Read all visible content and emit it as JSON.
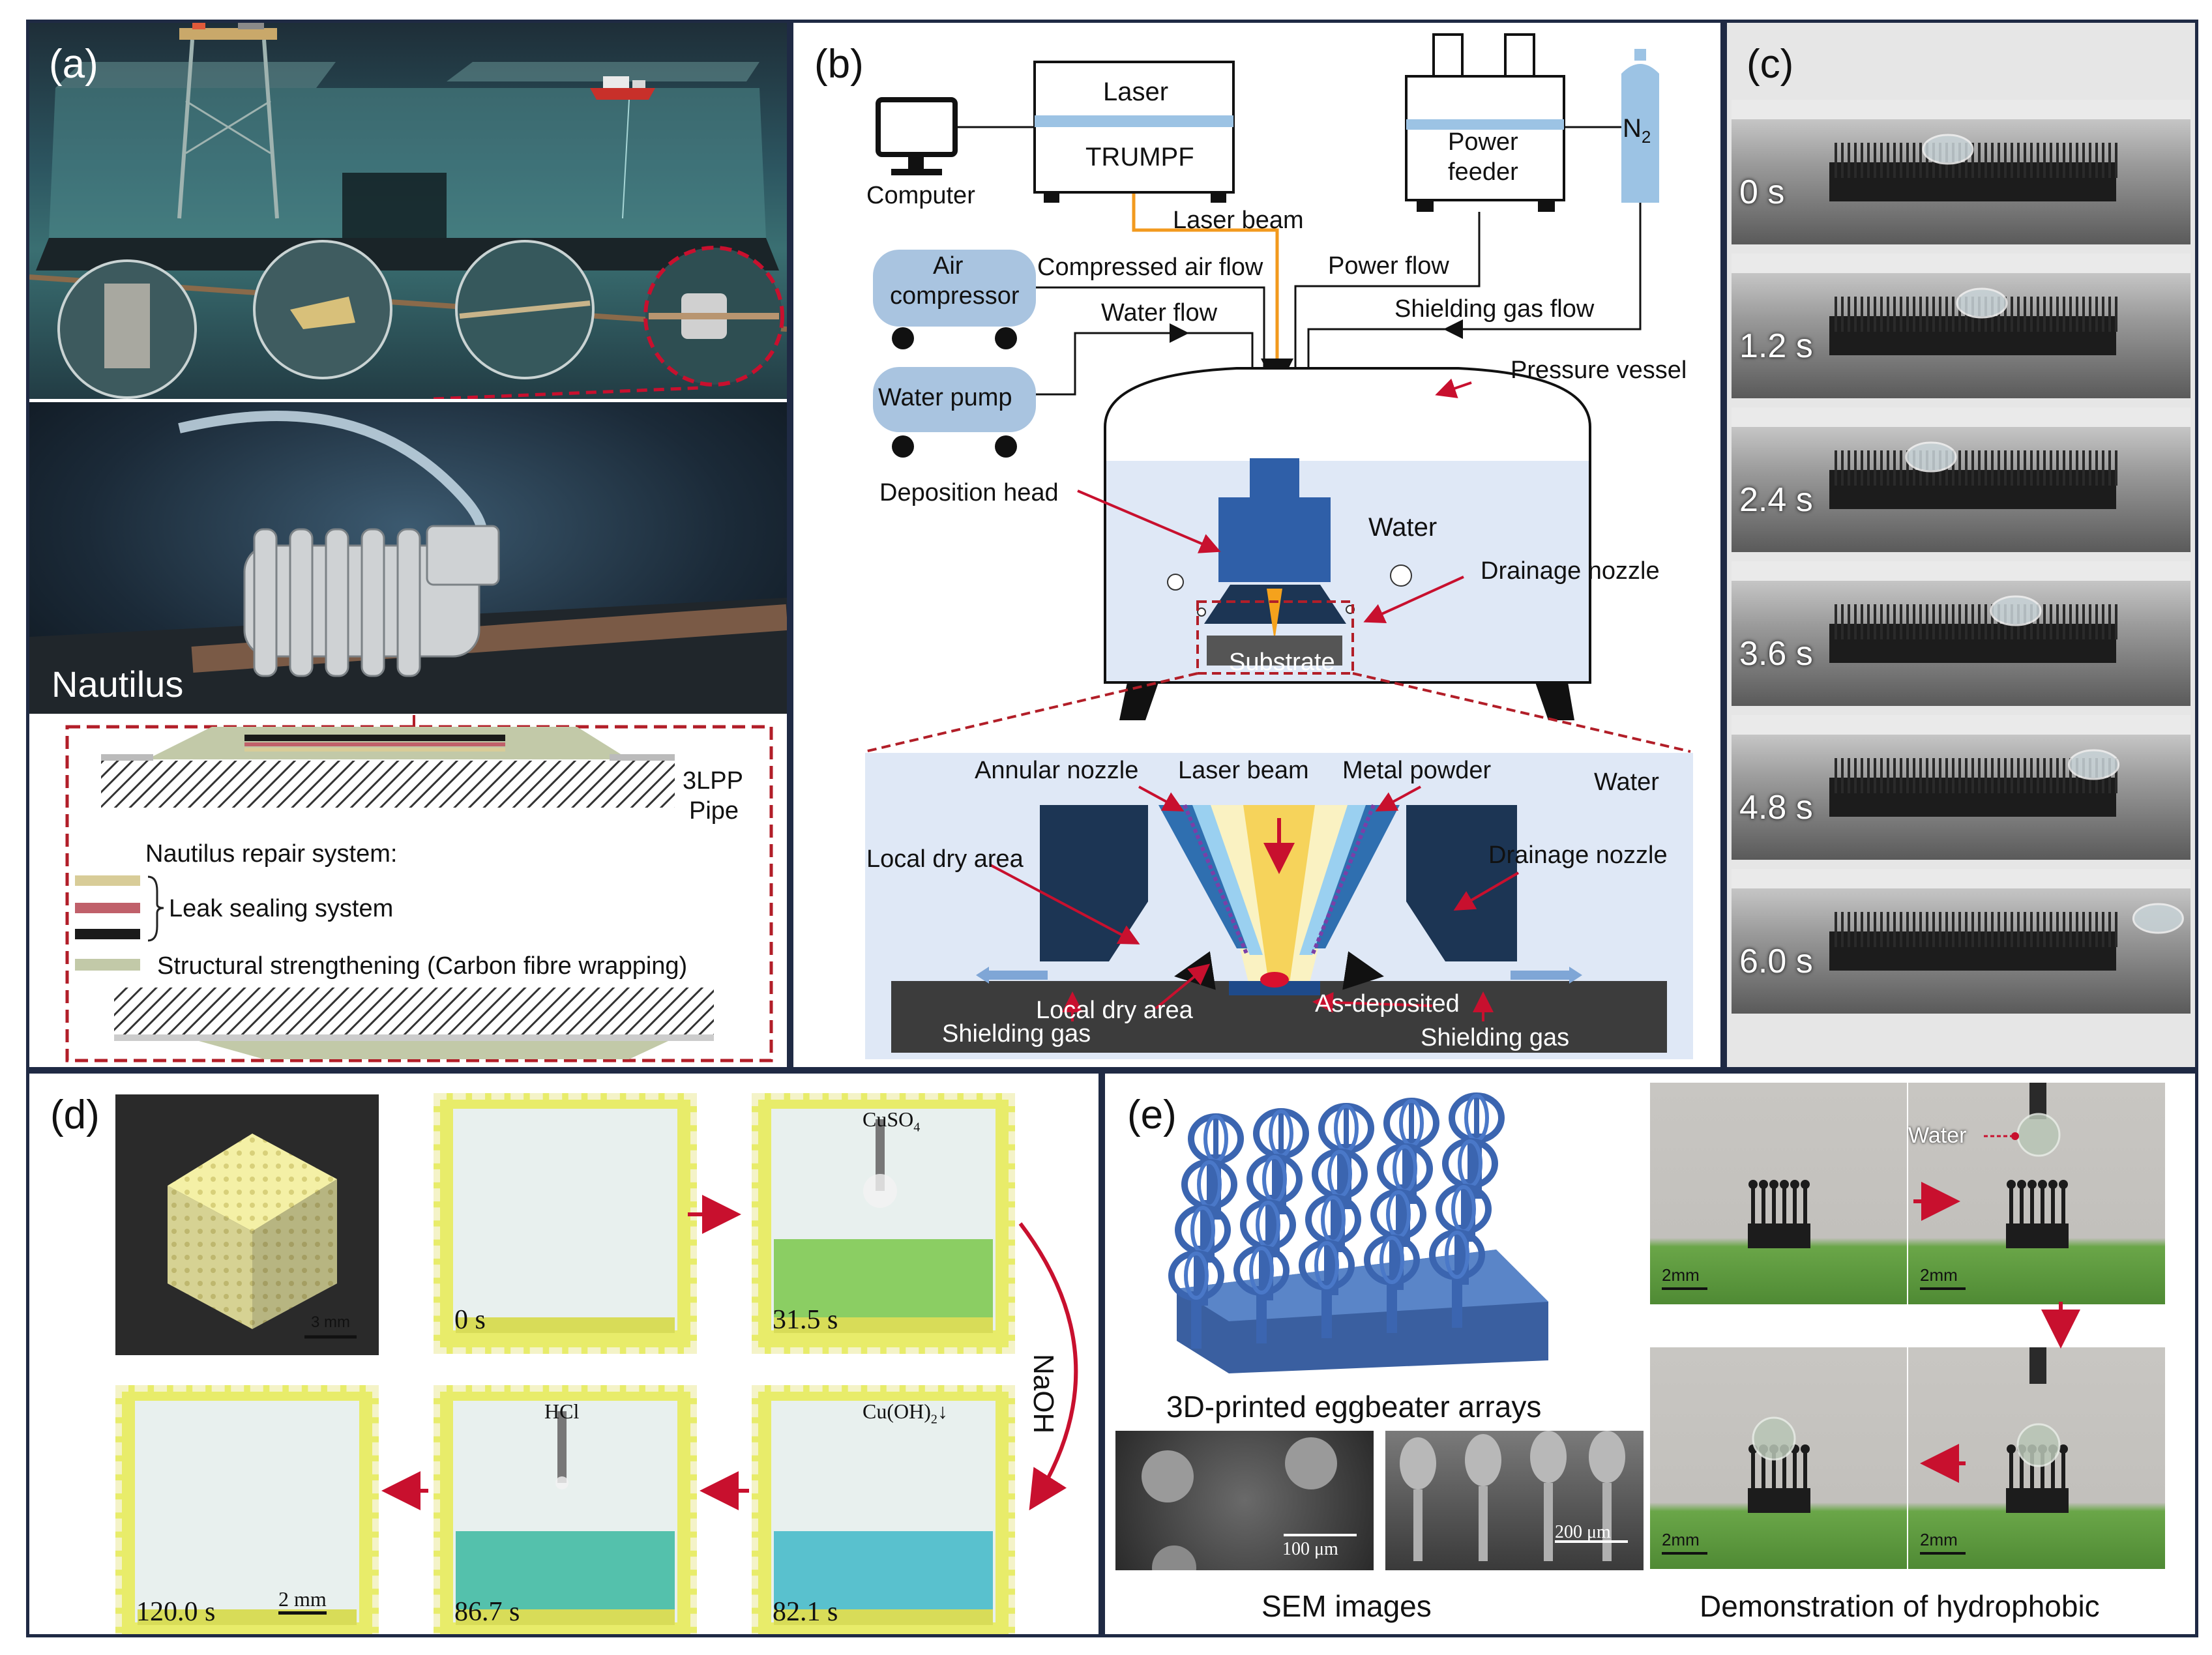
{
  "colors": {
    "frame": "#1f2a44",
    "accent_red": "#c8102e",
    "laser_orange": "#f29a1e",
    "deposition_blue": "#2f5fa8",
    "water_blue": "#dfe8f6",
    "nozzle_navy": "#1c3554",
    "dark_red_dashed": "#b21e28",
    "ink_yellow": "#e8ec6a"
  },
  "panel_a": {
    "label": "(a)",
    "photo_caption": "Nautilus",
    "layer_labels": {
      "coating": "3LPP",
      "pipe": "Pipe"
    },
    "legend_title": "Nautilus repair system:",
    "legend_leak": "Leak sealing system",
    "legend_struct": "Structural strengthening (Carbon fibre wrapping)",
    "icons": [
      "oil-platform-icon",
      "ship-icon",
      "pipeline-icon"
    ]
  },
  "panel_b": {
    "label": "(b)",
    "computer": "Computer",
    "laser_line1": "Laser",
    "laser_line2": "TRUMPF",
    "laser_beam": "Laser beam",
    "power_feeder_line1": "Power",
    "power_feeder_line2": "feeder",
    "n2": "N",
    "n2_sub": "2",
    "air_compressor_line1": "Air",
    "air_compressor_line2": "compressor",
    "compressed_air": "Compressed air flow",
    "power_flow": "Power flow",
    "water_flow": "Water flow",
    "shielding_flow": "Shielding gas flow",
    "water_pump": "Water pump",
    "pressure_vessel": "Pressure vessel",
    "deposition_head": "Deposition head",
    "water": "Water",
    "drainage_nozzle": "Drainage nozzle",
    "substrate": "Substrate",
    "detail": {
      "annular_nozzle": "Annular nozzle",
      "laser_beam": "Laser beam",
      "metal_powder": "Metal powder",
      "water": "Water",
      "local_dry_area_top": "Local dry area",
      "drainage_nozzle": "Drainage nozzle",
      "local_dry_area_bottom": "Local dry area",
      "as_deposited": "As-deposited",
      "shielding_gas_left": "Shielding gas",
      "shielding_gas_right": "Shielding gas"
    }
  },
  "panel_c": {
    "label": "(c)",
    "frames": [
      "0 s",
      "1.2 s",
      "2.4 s",
      "3.6 s",
      "4.8 s",
      "6.0 s"
    ],
    "droplet_positions": [
      0.35,
      0.45,
      0.3,
      0.55,
      0.78,
      0.97
    ]
  },
  "panel_d": {
    "label": "(d)",
    "scale_bar_cube": "3 mm",
    "reagent_naoh": "NaOH",
    "frames": [
      {
        "time": "0 s",
        "tag": ""
      },
      {
        "time": "31.5 s",
        "tag": "CuSO",
        "tag_sub": "4"
      },
      {
        "time": "82.1 s",
        "tag": "Cu(OH)",
        "tag_sub": "2",
        "tag_suffix": "↓"
      },
      {
        "time": "86.7 s",
        "tag": "HCl"
      },
      {
        "time": "120.0 s",
        "tag": ""
      }
    ],
    "scale_bar_frame": "2 mm"
  },
  "panel_e": {
    "label": "(e)",
    "render_caption": "3D-printed eggbeater arrays",
    "sem_caption": "SEM images",
    "sem_scale_1": "100 μm",
    "sem_scale_2": "200 μm",
    "demo_caption": "Demonstration of hydrophobic",
    "water_label": "Water",
    "scale_bar": "2mm"
  }
}
